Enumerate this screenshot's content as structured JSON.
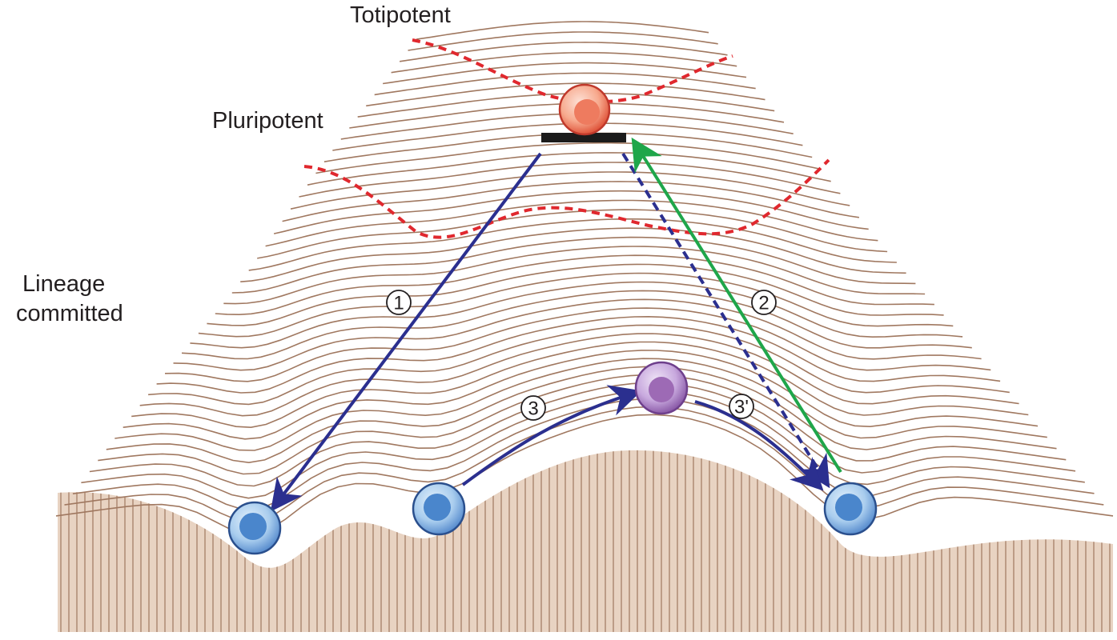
{
  "labels": {
    "totipotent": "Totipotent",
    "pluripotent": "Pluripotent",
    "lineage_line1": "Lineage",
    "lineage_line2": "committed"
  },
  "steps": [
    "1",
    "2",
    "3",
    "3'"
  ],
  "colors": {
    "contour": "#a07860",
    "ground_fill": "#e8d3c2",
    "ground_stripe": "#a07860",
    "boundary": "#e0282e",
    "arrow_blue": "#2b2f8f",
    "arrow_green": "#1fa64a",
    "cell_totipotent": "#f08868",
    "cell_intermediate": "#9d6ab5",
    "cell_committed": "#4a86cc",
    "bar": "#1b1b1b"
  }
}
